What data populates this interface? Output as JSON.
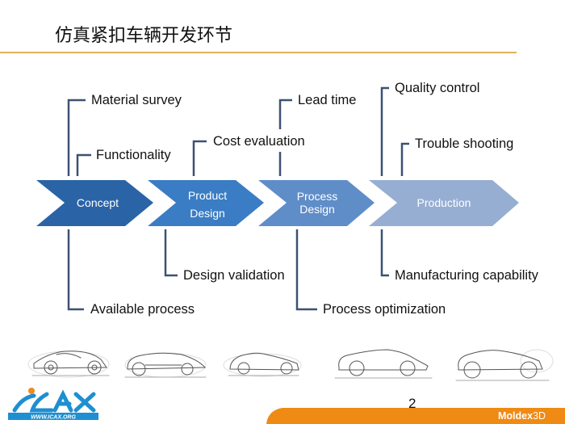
{
  "title": "仿真紧扣车辆开发环节",
  "accent_colors": {
    "title_rule": "#d9a23f",
    "connector": "#3d5174",
    "footer_bar": "#ef8a14",
    "stages": [
      "#2a64a6",
      "#3a7dc4",
      "#5f8dc8",
      "#97aed3"
    ]
  },
  "stages": [
    {
      "label_line1": "Concept",
      "label_line2": ""
    },
    {
      "label_line1": "Product",
      "label_line2": "Design"
    },
    {
      "label_line1": "Process",
      "label_line2": "Design"
    },
    {
      "label_line1": "Production",
      "label_line2": ""
    }
  ],
  "top_items": [
    {
      "label": "Material survey",
      "stage": "Concept"
    },
    {
      "label": "Functionality",
      "stage": "Concept"
    },
    {
      "label": "Cost evaluation",
      "stage": "Product Design"
    },
    {
      "label": "Lead time",
      "stage": "Process Design"
    },
    {
      "label": "Quality control",
      "stage": "Production"
    },
    {
      "label": "Trouble shooting",
      "stage": "Production"
    }
  ],
  "bottom_items": [
    {
      "label": "Available process",
      "stage": "Concept"
    },
    {
      "label": "Design validation",
      "stage": "Product Design"
    },
    {
      "label": "Process optimization",
      "stage": "Process Design"
    },
    {
      "label": "Manufacturing capability",
      "stage": "Production"
    }
  ],
  "car_sketches": [
    "concept-car-sketch",
    "prototype-car-sketch",
    "roadster-sketch",
    "coupe-sketch",
    "convertible-sketch"
  ],
  "footer": {
    "page_number": "2",
    "brand_bold": "Moldex",
    "brand_light": "3D",
    "logo_text": "ICAX",
    "logo_url_text": "WWW.ICAX.ORG"
  }
}
